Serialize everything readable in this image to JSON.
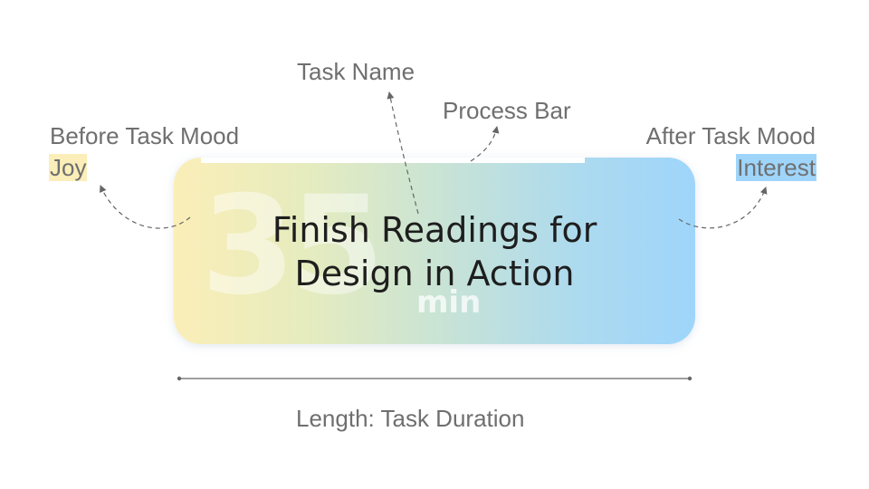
{
  "annotations": {
    "task_name": "Task Name",
    "process_bar": "Process Bar",
    "before_mood_title": "Before Task Mood",
    "before_mood_value": "Joy",
    "after_mood_title": "After Task Mood",
    "after_mood_value": "Interest",
    "length": "Length: Task Duration"
  },
  "card": {
    "task_name_line1": "Finish Readings for",
    "task_name_line2": "Design in Action",
    "minutes": "35",
    "minutes_unit": "min"
  },
  "colors": {
    "joy": "#fbeeb8",
    "interest": "#9fd5fb",
    "annotation_text": "#6f6f6f",
    "arrow": "#666666"
  }
}
